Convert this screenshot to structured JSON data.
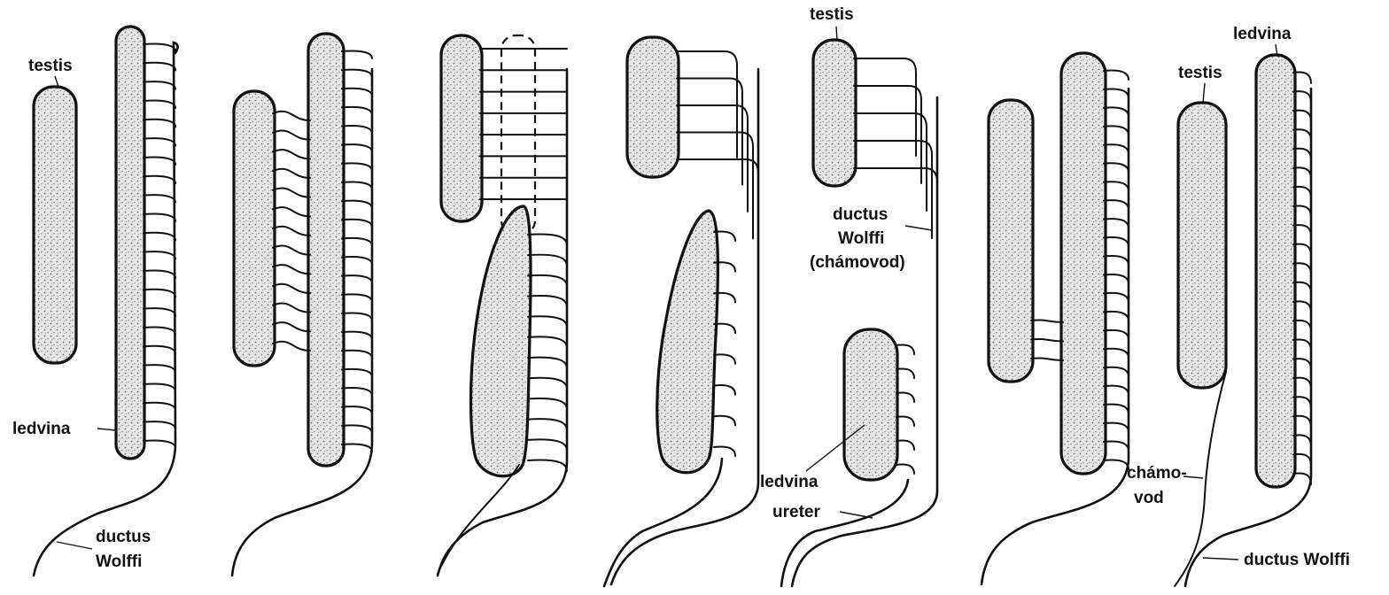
{
  "colors": {
    "ink": "#111111",
    "background": "#ffffff",
    "stipple": "#9a9a9a"
  },
  "stages": [
    {
      "labels": {
        "testis": "testis",
        "ledvina": "ledvina",
        "duct": "ductus",
        "duct2": "Wolffi"
      }
    },
    {
      "labels": {}
    },
    {
      "labels": {}
    },
    {
      "labels": {}
    },
    {
      "labels": {
        "testis": "testis",
        "duct": "ductus",
        "duct2": "Wolffi",
        "duct3": "(chámovod)",
        "ledvina": "ledvina",
        "ureter": "ureter"
      }
    },
    {
      "labels": {}
    },
    {
      "labels": {
        "ledvina": "ledvina",
        "testis": "testis",
        "chamovod": "chámo-",
        "chamovod2": "vod",
        "duct": "ductus Wolffi"
      }
    }
  ]
}
